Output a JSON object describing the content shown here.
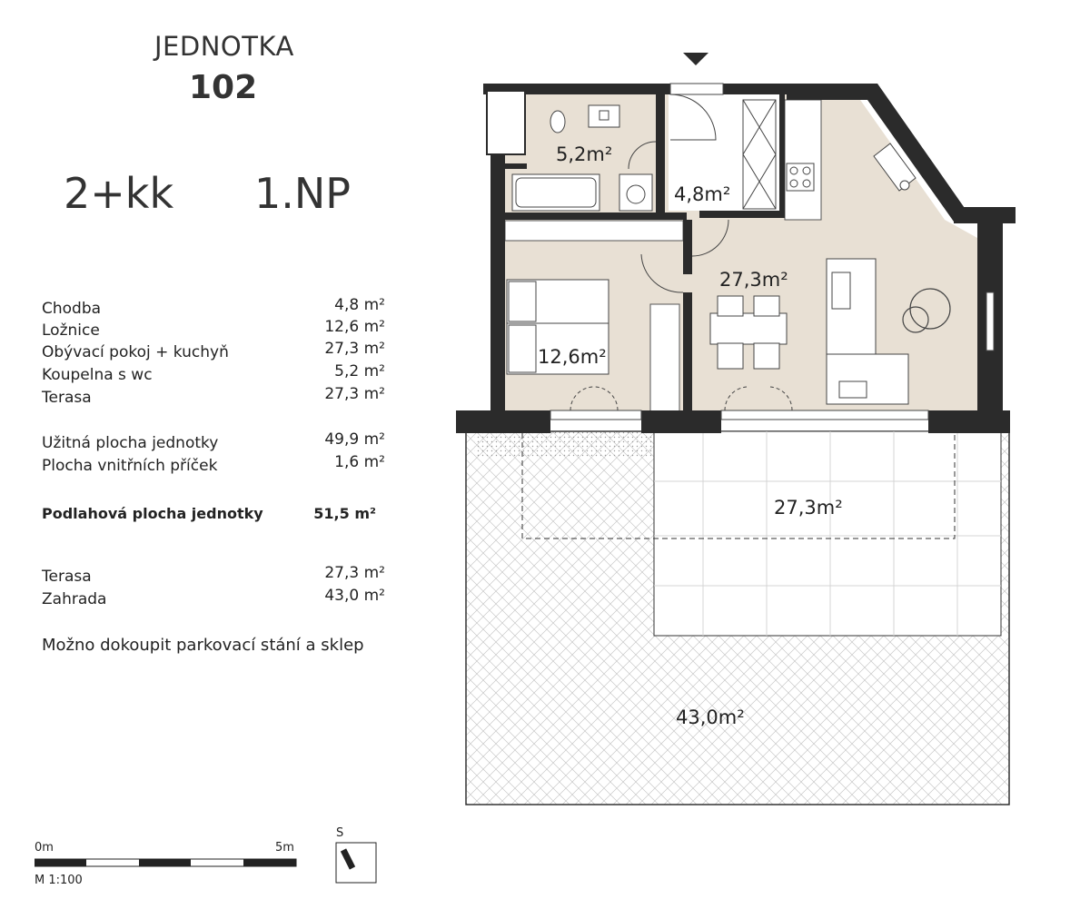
{
  "header": {
    "title": "JEDNOTKA",
    "unit_number": "102",
    "unit_type": "2+kk",
    "floor": "1.NP"
  },
  "rooms": [
    {
      "label": "Chodba",
      "area": "4,8 m²"
    },
    {
      "label": "Ložnice",
      "area": "12,6 m²"
    },
    {
      "label": "Obývací pokoj + kuchyň",
      "area": "27,3 m²"
    },
    {
      "label": "Koupelna s wc",
      "area": "5,2 m²"
    },
    {
      "label": "Terasa",
      "area": "27,3 m²"
    }
  ],
  "summary": [
    {
      "label": "Užitná plocha jednotky",
      "area": "49,9 m²"
    },
    {
      "label": "Plocha vnitřních příček",
      "area": "1,6 m²"
    }
  ],
  "total": {
    "label": "Podlahová plocha jednotky",
    "area": "51,5 m²"
  },
  "outdoor": [
    {
      "label": "Terasa",
      "area": "27,3 m²"
    },
    {
      "label": "Zahrada",
      "area": "43,0 m²"
    }
  ],
  "note": "Možno dokoupit parkovací stání a sklep",
  "scale": {
    "left": "0m",
    "right": "5m",
    "ratio": "M 1:100"
  },
  "north_label": "S",
  "plan_labels": {
    "bathroom": "5,2m²",
    "hallway": "4,8m²",
    "living": "27,3m²",
    "bedroom": "12,6m²",
    "terrace": "27,3m²",
    "garden": "43,0m²"
  },
  "colors": {
    "wall": "#2b2b2b",
    "floor": "#e8e0d4",
    "outline": "#333333"
  }
}
